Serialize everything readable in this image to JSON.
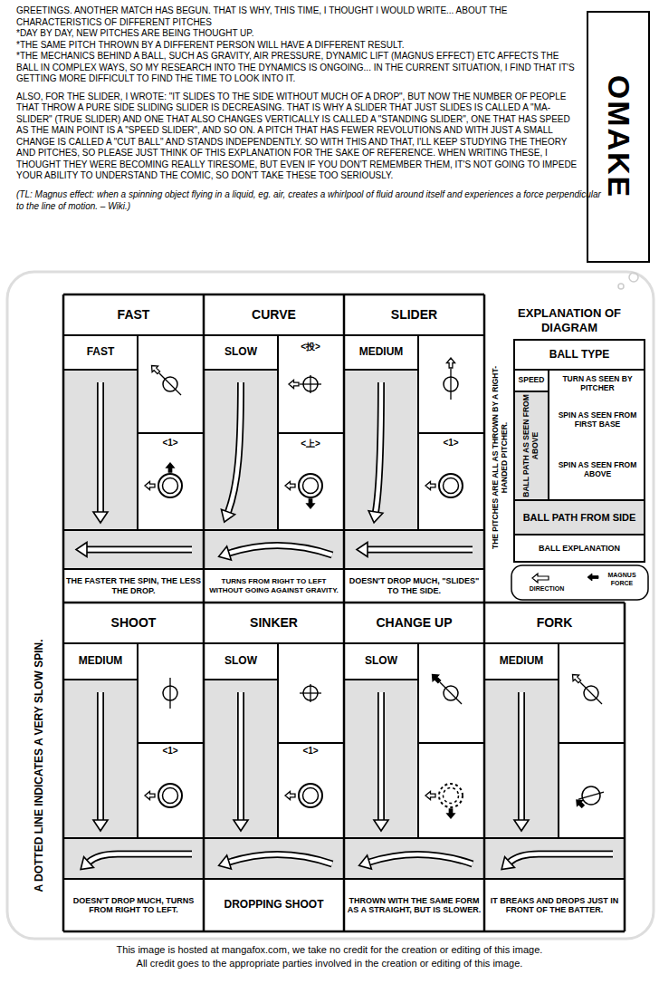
{
  "diagram": {
    "nodes": [
      {
        "text": [
          "OMAKE"
        ]
      },
      {
        "text": [
          "FAST"
        ]
      },
      {
        "text": [
          "FAST"
        ]
      },
      {
        "text": [
          "THE FASTER THE SPIN, THE LESS THE DROP."
        ]
      },
      {
        "text": [
          "CURVE"
        ]
      },
      {
        "text": [
          "SLOW"
        ]
      },
      {
        "text": [
          "TURNS FROM RIGHT TO LEFT WITHOUT GOING AGAINST GRAVITY."
        ]
      },
      {
        "text": [
          "SLIDER"
        ]
      },
      {
        "text": [
          "MEDIUM"
        ]
      },
      {
        "text": [
          "DOESN'T DROP MUCH, \"SLIDES\" TO THE SIDE."
        ]
      },
      {
        "text": [
          "SHOOT"
        ]
      },
      {
        "text": [
          "MEDIUM"
        ]
      },
      {
        "text": [
          "DOESN'T DROP MUCH, TURNS FROM RIGHT TO LEFT."
        ]
      },
      {
        "text": [
          "SINKER"
        ]
      },
      {
        "text": [
          "SLOW"
        ]
      },
      {
        "text": [
          "DROPPING SHOOT"
        ]
      },
      {
        "text": [
          "CHANGE UP"
        ]
      },
      {
        "text": [
          "SLOW"
        ]
      },
      {
        "text": [
          "THROWN WITH THE SAME FORM AS A STRAIGHT, BUT IS SLOWER."
        ]
      },
      {
        "text": [
          "FORK"
        ]
      },
      {
        "text": [
          "MEDIUM"
        ]
      },
      {
        "text": [
          "IT BREAKS AND DROPS JUST IN FRONT OF THE BATTER."
        ]
      },
      {
        "text": [
          "BALL TYPE"
        ]
      },
      {
        "text": [
          "SPEED"
        ]
      },
      {
        "text": [
          "TURN AS SEEN BY PITCHER"
        ]
      },
      {
        "text": [
          "BALL PATH AS SEEN FROM ABOVE"
        ]
      },
      {
        "text": [
          "SPIN AS SEEN FROM FIRST BASE"
        ]
      },
      {
        "text": [
          "SPIN AS SEEN FROM ABOVE"
        ]
      },
      {
        "text": [
          "BALL PATH FROM SIDE"
        ]
      },
      {
        "text": [
          "BALL EXPLANATION"
        ]
      }
    ],
    "labels": [
      "GREETINGS. ANOTHER MATCH HAS BEGUN. THAT IS WHY, THIS TIME, I THOUGHT I WOULD WRITE... ABOUT THE CHARACTERISTICS OF DIFFERENT PITCHES",
      "*DAY BY DAY, NEW PITCHES ARE BEING THOUGHT UP.",
      "*THE SAME PITCH THROWN BY A DIFFERENT PERSON WILL HAVE A DIFFERENT RESULT.",
      "*THE MECHANICS BEHIND A BALL, SUCH AS GRAVITY, AIR PRESSURE, DYNAMIC LIFT (MAGNUS EFFECT) ETC AFFECTS THE BALL IN COMPLEX WAYS, SO MY RESEARCH INTO THE DYNAMICS IS ONGOING... IN THE CURRENT SITUATION, I FIND THAT IT'S GETTING MORE DIFFICULT TO FIND THE TIME TO LOOK INTO IT.",
      "ALSO, FOR THE SLIDER, I WROTE: \"IT SLIDES TO THE SIDE WITHOUT MUCH OF A DROP\", BUT NOW THE NUMBER OF PEOPLE THAT THROW A PURE SIDE SLIDING SLIDER IS DECREASING. THAT IS WHY A SLIDER THAT JUST SLIDES IS CALLED A \"MA-SLIDER\" (TRUE SLIDER) AND ONE THAT ALSO CHANGES VERTICALLY IS CALLED A \"STANDING SLIDER\", ONE THAT HAS SPEED AS THE MAIN POINT IS A \"SPEED SLIDER\", AND SO ON. A PITCH THAT HAS FEWER REVOLUTIONS AND WITH JUST A SMALL CHANGE IS CALLED A \"CUT BALL\" AND STANDS INDEPENDENTLY. SO WITH THIS AND THAT, I'LL KEEP STUDYING THE THEORY AND PITCHES, SO PLEASE JUST THINK OF THIS EXPLANATION FOR THE SAKE OF REFERENCE. WHEN WRITING THESE, I THOUGHT THEY WERE BECOMING REALLY TIRESOME, BUT EVEN IF YOU DON'T REMEMBER THEM, IT'S NOT GOING TO IMPEDE YOUR ABILITY TO UNDERSTAND THE COMIC, SO DON'T TAKE THESE TOO SERIOUSLY.",
      "(TL: Magnus effect: when a spinning object flying in a liquid, eg. air, creates a whirlpool of fluid around itself and experiences a force perpendicular to the line of motion. – Wiki.)",
      "<1>",
      "<投>",
      "<上>",
      "<1>",
      "<1>",
      "<1>",
      "EXPLANATION OF DIAGRAM",
      "THE PITCHES ARE ALL AS THROWN BY A RIGHT-HANDED PITCHER.",
      "A DOTTED LINE INDICATES A VERY SLOW SPIN.",
      "This image is hosted at mangafox.com, we take no credit for the creation or editing of this image.",
      "All credit goes to the appropriate parties involved in the creation or editing of this image."
    ],
    "legend": [
      {
        "text": "DIRECTION"
      },
      {
        "text": "MAGNUS FORCE"
      }
    ]
  }
}
